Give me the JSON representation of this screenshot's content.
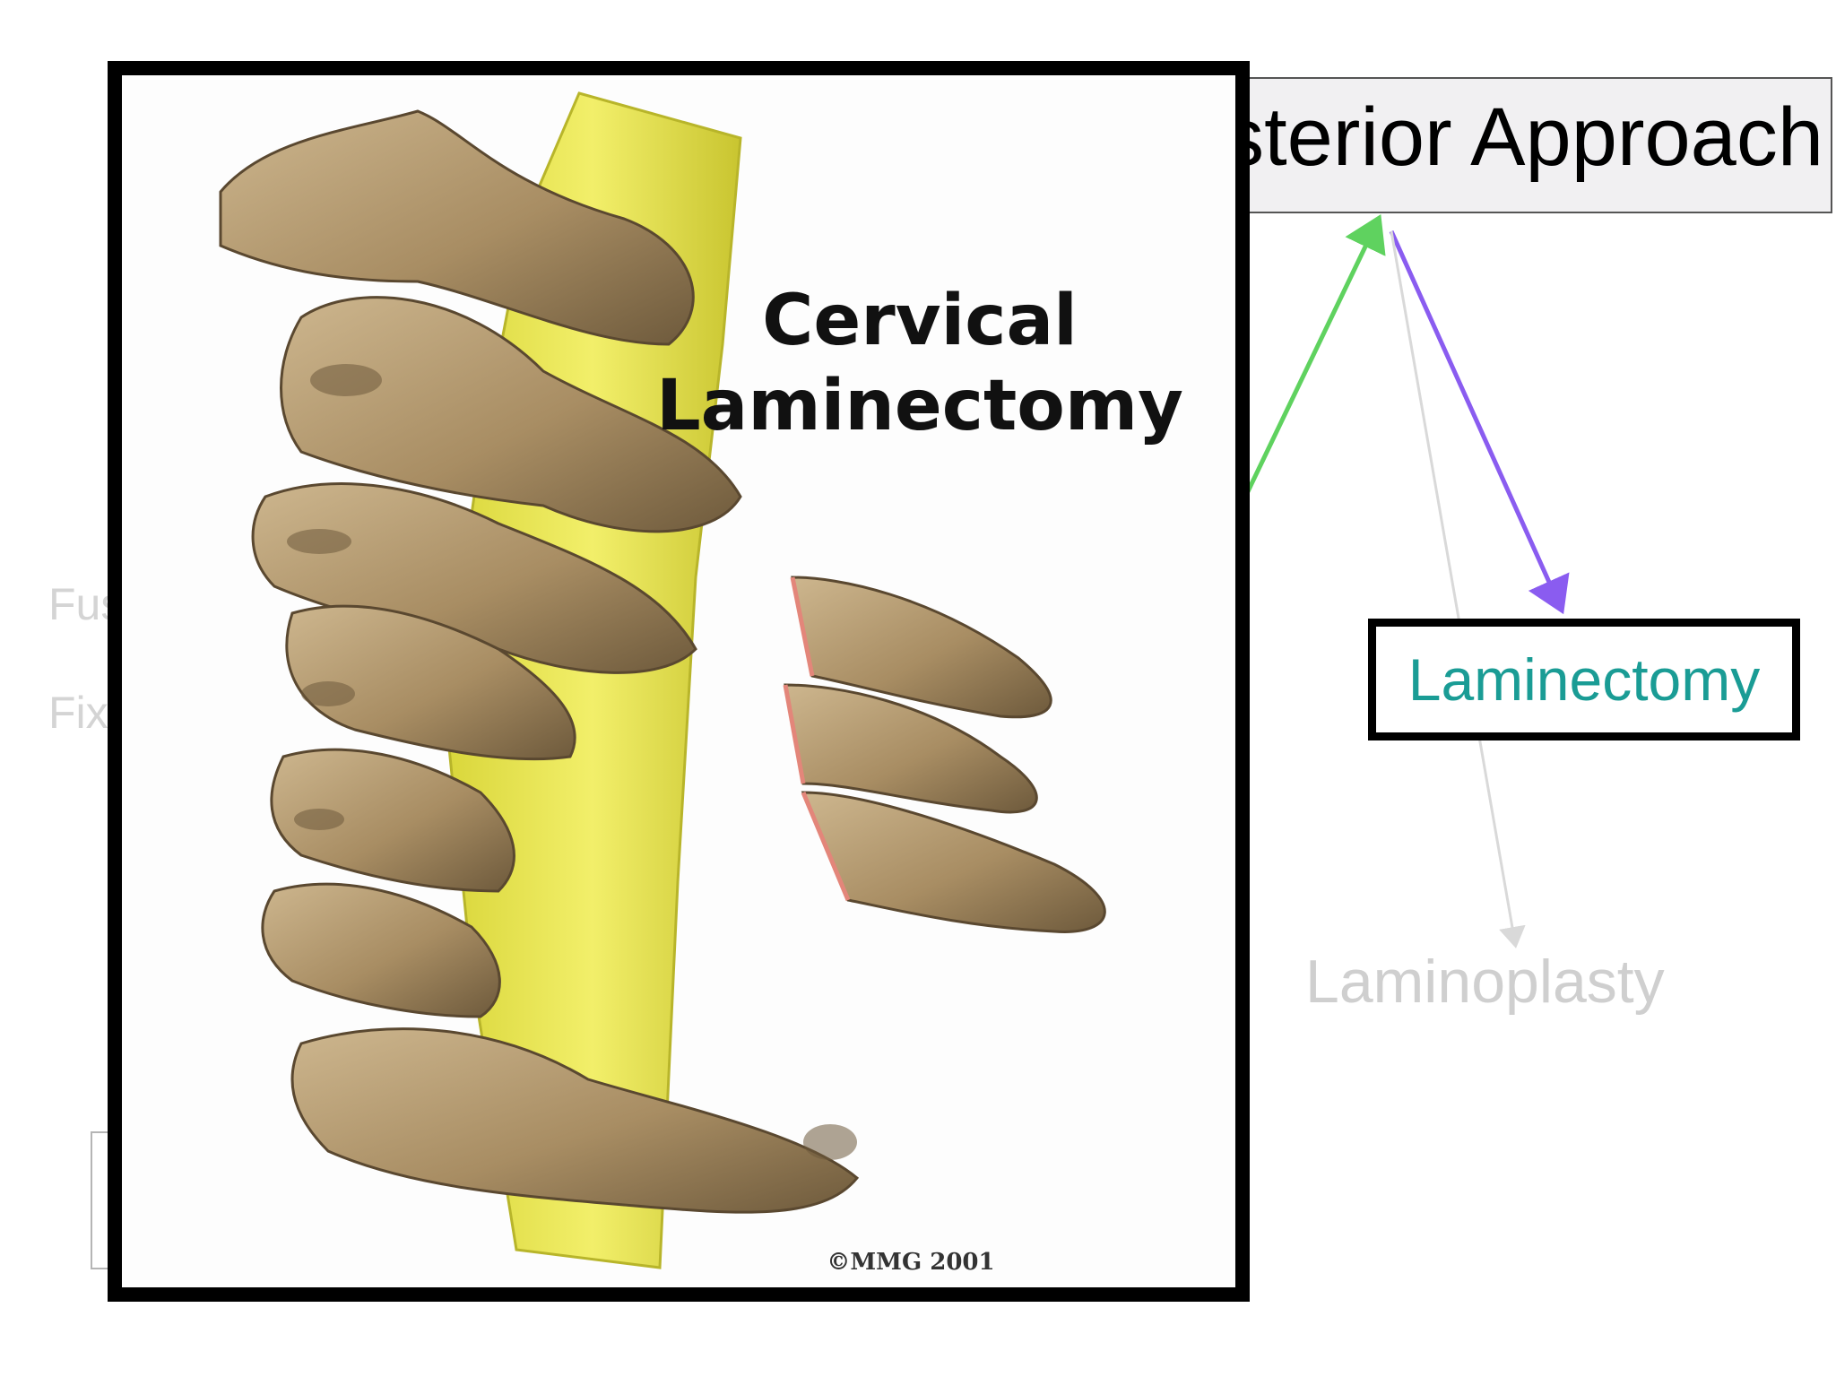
{
  "diagram": {
    "header_box": {
      "label": "Posterior Approach"
    },
    "laminectomy_box": {
      "label": "Laminectomy"
    },
    "laminoplasty_label": "Laminoplasty",
    "left_labels": [
      "Fusion",
      "Fixation"
    ],
    "arrow_colors": {
      "up": "#5fd25f",
      "down": "#8a5cf0",
      "faded": "#d9d9d9"
    }
  },
  "image": {
    "title_line1": "Cervical",
    "title_line2": "Laminectomy",
    "copyright": "©MMG 2001",
    "colors": {
      "bone": "#b8a07a",
      "bone_shadow": "#6e5a3c",
      "spinal_cord": "#efec5a",
      "cut_edge": "#e3867a"
    }
  }
}
